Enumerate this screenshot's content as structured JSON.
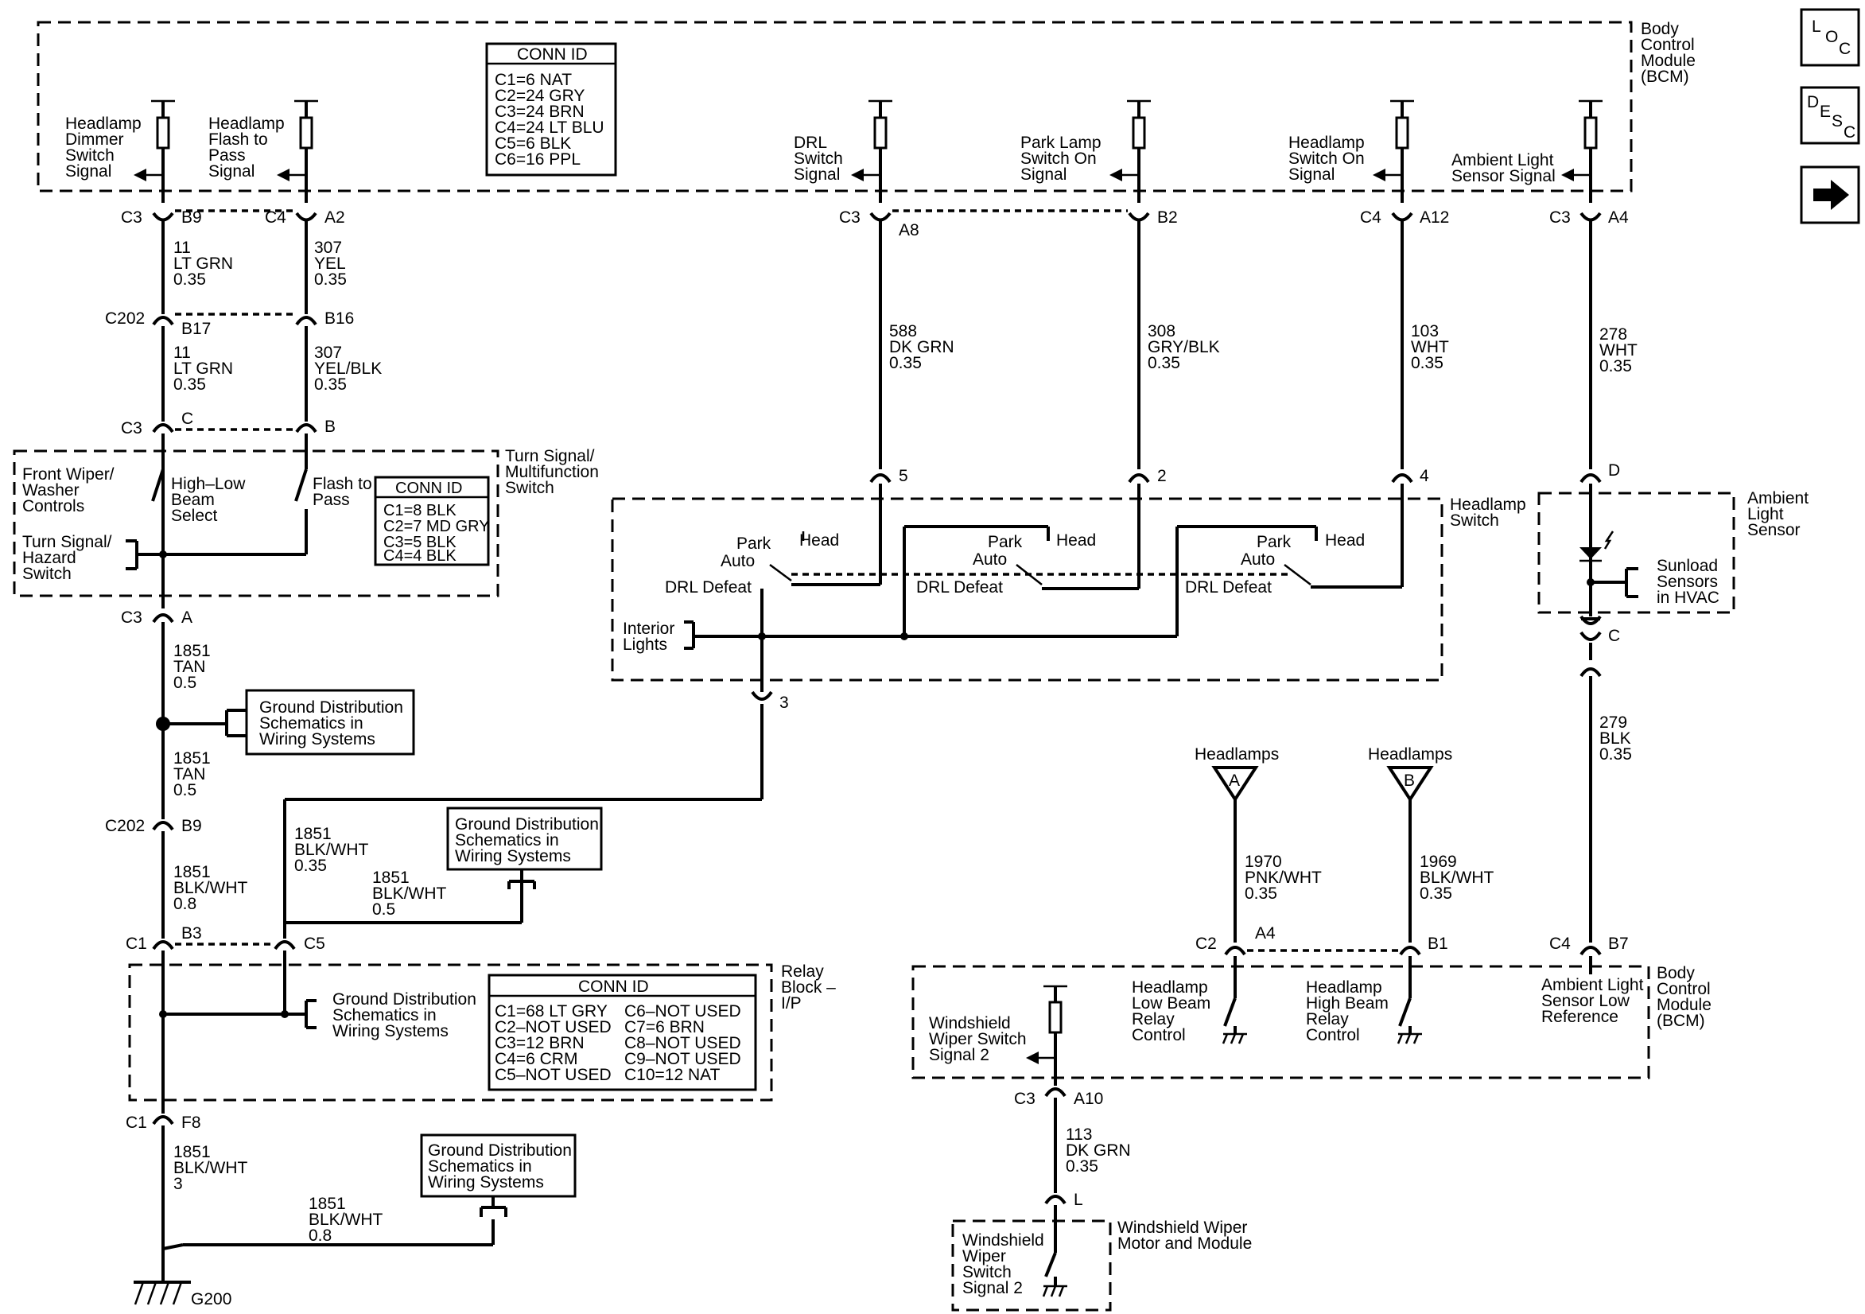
{
  "nav": {
    "loc_l": "L",
    "loc_o": "O",
    "loc_c": "C",
    "desc_d": "D",
    "desc_e": "E",
    "desc_s": "S",
    "desc_c": "C"
  },
  "bcm": {
    "l1": "Body",
    "l2": "Control",
    "l3": "Module",
    "l4": "(BCM)"
  },
  "conn_top": {
    "title": "CONN ID",
    "lines": [
      "C1=6 NAT",
      "C2=24 GRY",
      "C3=24 BRN",
      "C4=24 LT BLU",
      "C5=6 BLK",
      "C6=16 PPL"
    ]
  },
  "signals": {
    "dimmer": [
      "Headlamp",
      "Dimmer",
      "Switch",
      "Signal"
    ],
    "flash": [
      "Headlamp",
      "Flash to",
      "Pass",
      "Signal"
    ],
    "drl": [
      "DRL",
      "Switch",
      "Signal"
    ],
    "park": [
      "Park Lamp",
      "Switch On",
      "Signal"
    ],
    "headon": [
      "Headlamp",
      "Switch On",
      "Signal"
    ],
    "ambient": [
      "Ambient Light",
      "Sensor Signal"
    ]
  },
  "pins": {
    "c3": "C3",
    "c4": "C4",
    "b9": "B9",
    "a2": "A2",
    "a8": "A8",
    "b2": "B2",
    "a12": "A12",
    "a4": "A4",
    "c202": "C202",
    "b17": "B17",
    "b16": "B16",
    "c": "C",
    "b": "B",
    "a": "A",
    "p5": "5",
    "p2": "2",
    "p4": "4",
    "p3": "3",
    "d": "D",
    "cc": "C",
    "c202b": "C202",
    "b9b": "B9",
    "c1": "C1",
    "b3": "B3",
    "c5": "C5",
    "c1b": "C1",
    "f8": "F8",
    "c2": "C2",
    "a4b": "A4",
    "b1": "B1",
    "c4b": "C4",
    "b7": "B7",
    "c3b": "C3",
    "a10": "A10",
    "l": "L",
    "g200": "G200"
  },
  "wires": {
    "w1": [
      "11",
      "LT GRN",
      "0.35"
    ],
    "w2": [
      "307",
      "YEL",
      "0.35"
    ],
    "w3": [
      "11",
      "LT GRN",
      "0.35"
    ],
    "w4": [
      "307",
      "YEL/BLK",
      "0.35"
    ],
    "w5": [
      "588",
      "DK GRN",
      "0.35"
    ],
    "w6": [
      "308",
      "GRY/BLK",
      "0.35"
    ],
    "w7": [
      "103",
      "WHT",
      "0.35"
    ],
    "w8": [
      "278",
      "WHT",
      "0.35"
    ],
    "w9": [
      "1851",
      "TAN",
      "0.5"
    ],
    "w10": [
      "1851",
      "TAN",
      "0.5"
    ],
    "w11": [
      "1851",
      "BLK/WHT",
      "0.8"
    ],
    "w12": [
      "1851",
      "BLK/WHT",
      "0.35"
    ],
    "w13": [
      "1851",
      "BLK/WHT",
      "0.5"
    ],
    "w14": [
      "1851",
      "BLK/WHT",
      "3"
    ],
    "w15": [
      "1851",
      "BLK/WHT",
      "0.8"
    ],
    "w16": [
      "279",
      "BLK",
      "0.35"
    ],
    "w17": [
      "1970",
      "PNK/WHT",
      "0.35"
    ],
    "w18": [
      "1969",
      "BLK/WHT",
      "0.35"
    ],
    "w19": [
      "113",
      "DK GRN",
      "0.35"
    ]
  },
  "turn_switch": {
    "title": [
      "Turn Signal/",
      "Multifunction",
      "Switch"
    ],
    "wiper": [
      "Front Wiper/",
      "Washer",
      "Controls"
    ],
    "hilo": [
      "High–Low",
      "Beam",
      "Select"
    ],
    "flash": [
      "Flash to",
      "Pass"
    ],
    "hazard": [
      "Turn Signal/",
      "Hazard",
      "Switch"
    ],
    "conn": {
      "title": "CONN ID",
      "lines": [
        "C1=8 BLK",
        "C2=7 MD GRY",
        "C3=5 BLK",
        "C4=4 BLK"
      ]
    }
  },
  "headlamp_switch": {
    "title": [
      "Headlamp",
      "Switch"
    ],
    "park": "Park",
    "head": "Head",
    "auto": "Auto",
    "drl": "DRL Defeat",
    "interior": [
      "Interior",
      "Lights"
    ]
  },
  "ambient_sensor": {
    "title": [
      "Ambient",
      "Light",
      "Sensor"
    ],
    "sunload": [
      "Sunload",
      "Sensors",
      "in HVAC"
    ]
  },
  "ground": {
    "l1": "Ground Distribution",
    "l2": "Schematics in",
    "l3": "Wiring Systems"
  },
  "relay": {
    "title": [
      "Relay",
      "Block –",
      "I/P"
    ],
    "conn_title": "CONN ID",
    "left": [
      "C1=68 LT GRY",
      "C2–NOT USED",
      "C3=12 BRN",
      "C4=6 CRM",
      "C5–NOT USED"
    ],
    "right": [
      "C6–NOT USED",
      "C7=6 BRN",
      "C8–NOT USED",
      "C9–NOT USED",
      "C10=12 NAT"
    ]
  },
  "headlamps": {
    "label": "Headlamps",
    "a": "A",
    "b": "B"
  },
  "bcm_bottom": {
    "low": [
      "Headlamp",
      "Low Beam",
      "Relay",
      "Control"
    ],
    "high": [
      "Headlamp",
      "High Beam",
      "Relay",
      "Control"
    ],
    "amb": [
      "Ambient Light",
      "Sensor Low",
      "Reference"
    ],
    "wiper": [
      "Windshield",
      "Wiper Switch",
      "Signal 2"
    ],
    "title": [
      "Body",
      "Control",
      "Module",
      "(BCM)"
    ]
  },
  "wiper_module": {
    "title": [
      "Windshield Wiper",
      "Motor and Module"
    ],
    "switch": [
      "Windshield",
      "Wiper",
      "Switch",
      "Signal 2"
    ]
  }
}
